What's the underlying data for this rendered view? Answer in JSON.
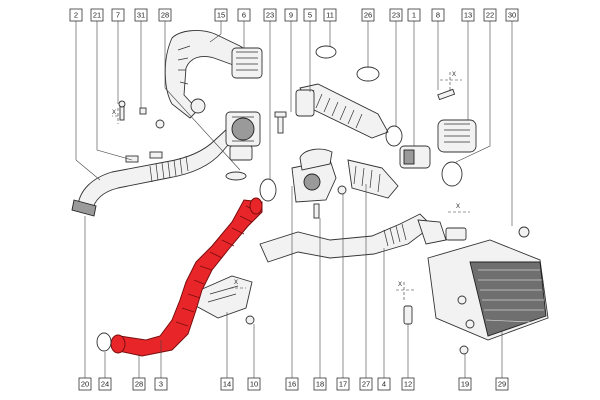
{
  "labels_top": [
    "2",
    "21",
    "7",
    "31",
    "28",
    "15",
    "6",
    "23",
    "9",
    "5",
    "11",
    "26",
    "23",
    "1",
    "8",
    "13",
    "22",
    "30"
  ],
  "labels_bottom": [
    "20",
    "24",
    "28",
    "3",
    "14",
    "10",
    "16",
    "18",
    "17",
    "27",
    "4",
    "12",
    "19",
    "29"
  ],
  "axis_letters": [
    "X",
    "X",
    "X",
    "X",
    "X"
  ]
}
